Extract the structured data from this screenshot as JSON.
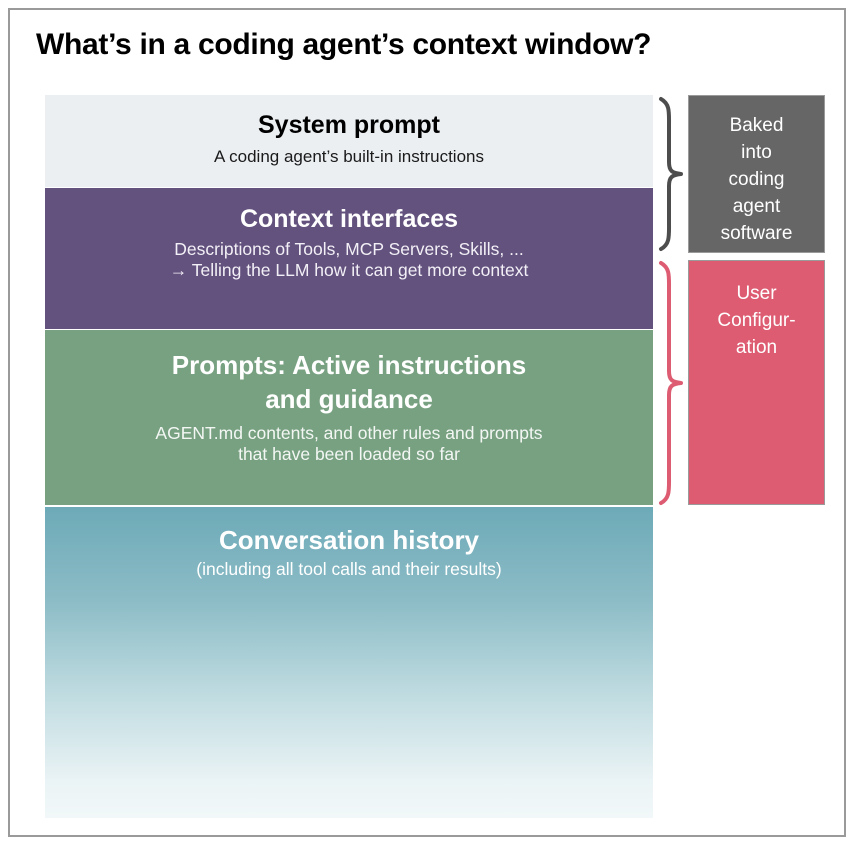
{
  "page": {
    "title": "What’s in a coding agent’s context window?"
  },
  "layers": [
    {
      "id": "system-prompt",
      "title": "System prompt",
      "subtitle": "A coding agent’s built-in instructions",
      "color": "#ebeff2",
      "text_color": "#000000"
    },
    {
      "id": "context-interfaces",
      "title": "Context interfaces",
      "subtitle_line1": "Descriptions of Tools, MCP Servers, Skills, ...",
      "subtitle_line2": "→ Telling the LLM how it can get more context",
      "color": "#63517e",
      "text_color": "#ffffff"
    },
    {
      "id": "prompts",
      "title_line1": "Prompts: Active instructions",
      "title_line2": "and guidance",
      "subtitle_line1": "AGENT.md contents, and other rules and prompts",
      "subtitle_line2": "that have been loaded so far",
      "color": "#78a181",
      "text_color": "#ffffff"
    },
    {
      "id": "conversation-history",
      "title": "Conversation history",
      "subtitle": "(including all tool calls and their results)",
      "color_top": "#6daab8",
      "color_bottom": "#f2f8f9",
      "text_color": "#ffffff"
    }
  ],
  "annotations": [
    {
      "id": "baked-into-software",
      "text": "Baked into coding agent software",
      "lines": [
        "Baked",
        "into",
        "coding",
        "agent",
        "software"
      ],
      "color": "#666666",
      "brace_color": "#4d4d4d",
      "covers": [
        "System prompt",
        "Context interfaces"
      ]
    },
    {
      "id": "user-configuration",
      "text": "User Configuration",
      "lines": [
        "User",
        "Configur-",
        "ation"
      ],
      "color": "#dd5c72",
      "brace_color": "#dd5c72",
      "covers": [
        "Context interfaces",
        "Prompts: Active instructions and guidance"
      ]
    }
  ]
}
